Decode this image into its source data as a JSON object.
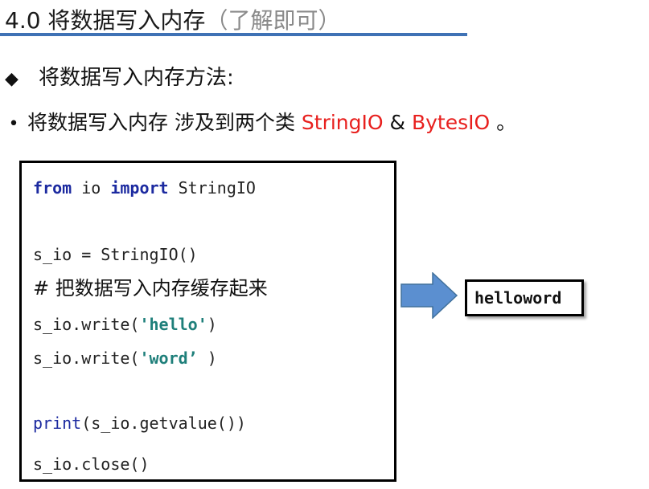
{
  "title": {
    "main": "4.0  将数据写入内存",
    "paren": "（了解即可）"
  },
  "heading": {
    "marker": "◆",
    "text": "将数据写入内存方法:"
  },
  "bullet": {
    "marker": "•",
    "text": "将数据写入内存 涉及到两个类 ",
    "class1": "StringIO",
    "amp": " & ",
    "class2": "BytesIO",
    "end": " 。"
  },
  "code": {
    "l1_kw1": "from",
    "l1_mid": " io ",
    "l1_kw2": "import",
    "l1_tail": " StringIO",
    "l2": "s_io = StringIO()",
    "comment": "# 把数据写入内存缓存起来",
    "l4_pre": "s_io.write(",
    "l4_str": "'hello'",
    "l4_post": ")",
    "l5_pre": "s_io.write(",
    "l5_str": "'word’",
    "l5_post": " )",
    "l6_fn": "print",
    "l6_rest": "(s_io.getvalue())",
    "l7": "s_io.close()"
  },
  "output": {
    "text": "helloword"
  },
  "colors": {
    "accent_rule": "#3f72b5",
    "highlight_red": "#e8201e",
    "keyword": "#1c2aa0",
    "string": "#1e7f7a",
    "arrow_fill": "#5b8fd0"
  },
  "icons": {
    "arrow": "right-arrow-icon"
  }
}
